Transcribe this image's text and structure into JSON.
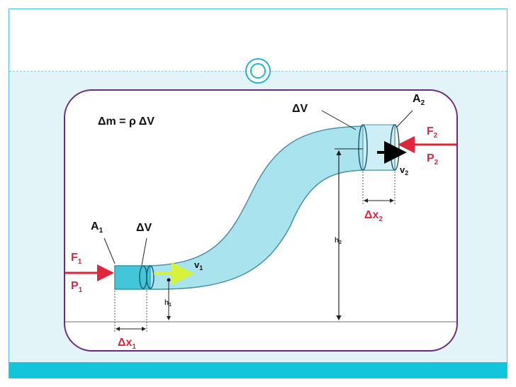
{
  "diagram": {
    "equation": "Δm = ρ ΔV",
    "labels": {
      "A1": "A",
      "A1_sub": "1",
      "dV1": "ΔV",
      "F1": "F",
      "F1_sub": "1",
      "P1": "P",
      "P1_sub": "1",
      "v1": "v",
      "v1_sub": "1",
      "h1": "h",
      "h1_sub": "1",
      "dx1": "Δx",
      "dx1_sub": "1",
      "dV2": "ΔV",
      "A2": "A",
      "A2_sub": "2",
      "F2": "F",
      "F2_sub": "2",
      "P2": "P",
      "P2_sub": "2",
      "v2": "v",
      "v2_sub": "2",
      "h2": "h",
      "h2_sub": "2",
      "dx2": "Δx",
      "dx2_sub": "2"
    }
  },
  "colors": {
    "accent": "#12c5da",
    "panel_border": "#6a2a7e",
    "pipe_fill": "#a9e3ee",
    "pipe_stroke": "#4a8fa8",
    "force_red": "#e0263a",
    "flow_arrow": "#d6f23a"
  }
}
